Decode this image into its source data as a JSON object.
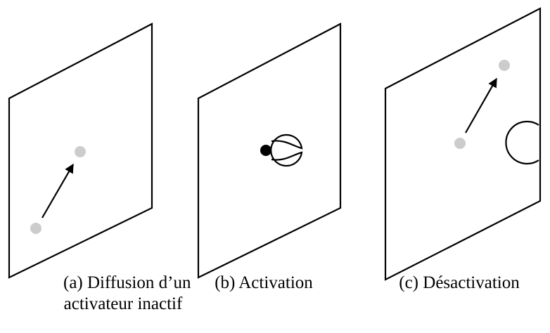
{
  "colors": {
    "stroke": "#000000",
    "inactive_activator": "#cccccc",
    "active_activator": "#000000",
    "background": "#ffffff"
  },
  "panels": [
    {
      "id": "a",
      "caption_line1": "(a) Diffusion d’un",
      "caption_line2": "activateur inactif"
    },
    {
      "id": "b",
      "caption_line1": "(b) Activation"
    },
    {
      "id": "c",
      "caption_line1": "(c) Désactivation"
    }
  ]
}
